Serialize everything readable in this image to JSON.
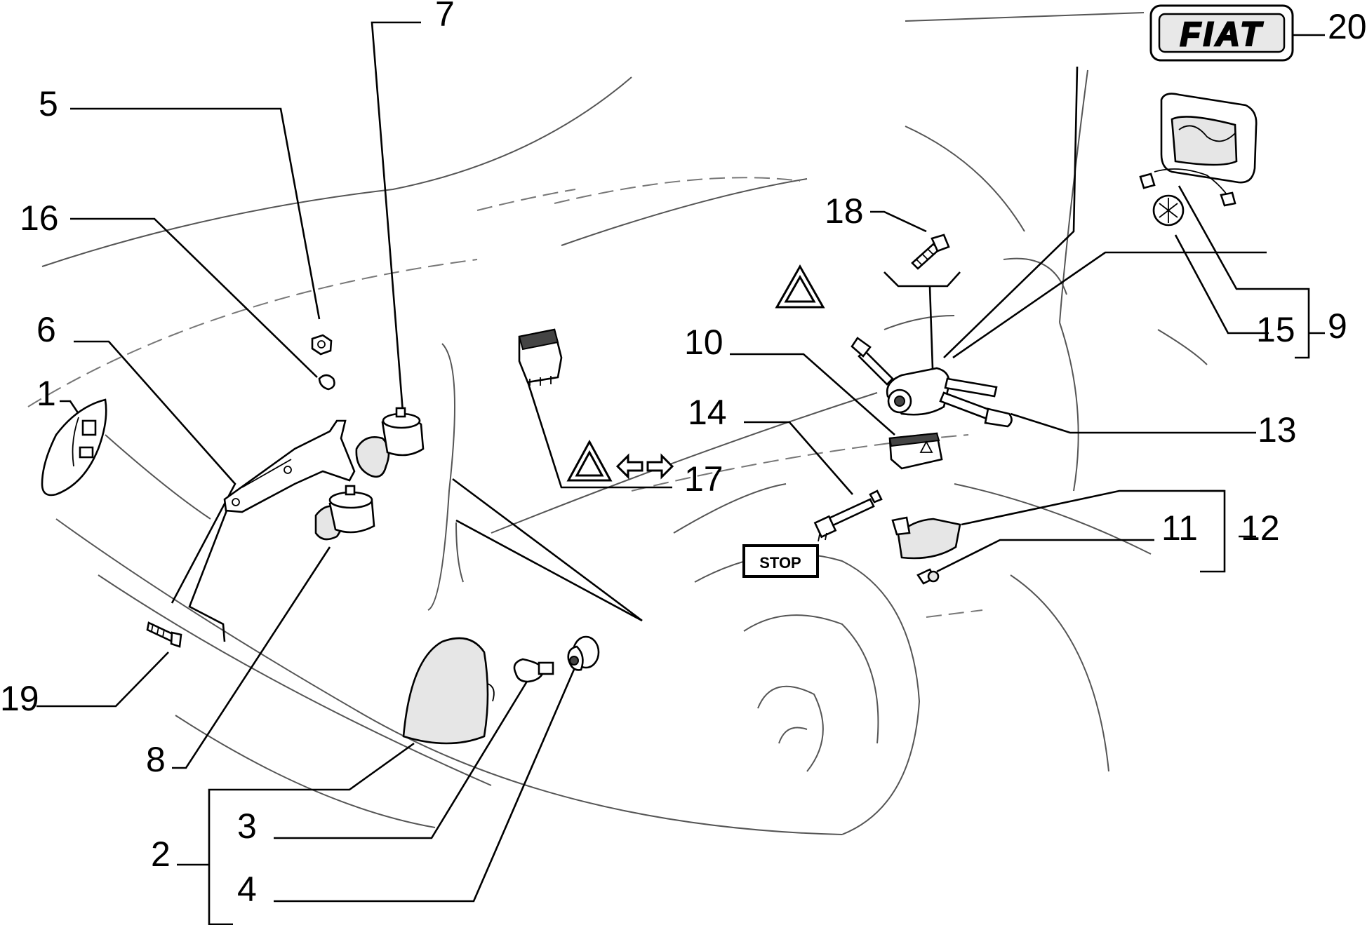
{
  "labels": {
    "n1": "1",
    "n2": "2",
    "n3": "3",
    "n4": "4",
    "n5": "5",
    "n6": "6",
    "n7": "7",
    "n8": "8",
    "n9": "9",
    "n10": "10",
    "n11": "11",
    "n12": "12",
    "n13": "13",
    "n14": "14",
    "n15": "15",
    "n16": "16",
    "n17": "17",
    "n18": "18",
    "n19": "19",
    "n20": "20"
  },
  "badges": {
    "brand": "FIAT",
    "stop": "STOP"
  }
}
